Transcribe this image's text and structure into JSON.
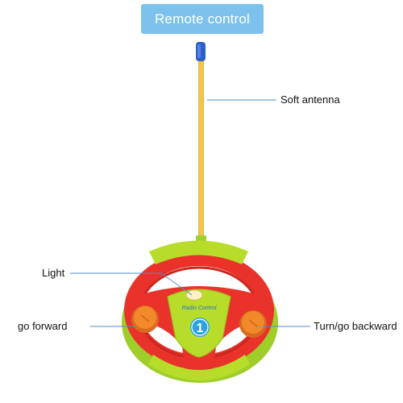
{
  "title": "Remote control",
  "callouts": {
    "antenna": "Soft antenna",
    "light": "Light",
    "forward": "go forward",
    "backward": "Turn/go backward"
  },
  "toy": {
    "center_label": "Radio Control",
    "channel": "1"
  },
  "colors": {
    "title_bg": "#7cc2ec",
    "leader_line": "#4a8fd0",
    "wheel_red": "#e8322a",
    "wheel_green": "#b8dc2a",
    "button_orange": "#f28a2a",
    "antenna_yellow": "#f2c64a",
    "antenna_cap": "#2b5fc9",
    "channel_badge": "#2aa3e0"
  }
}
